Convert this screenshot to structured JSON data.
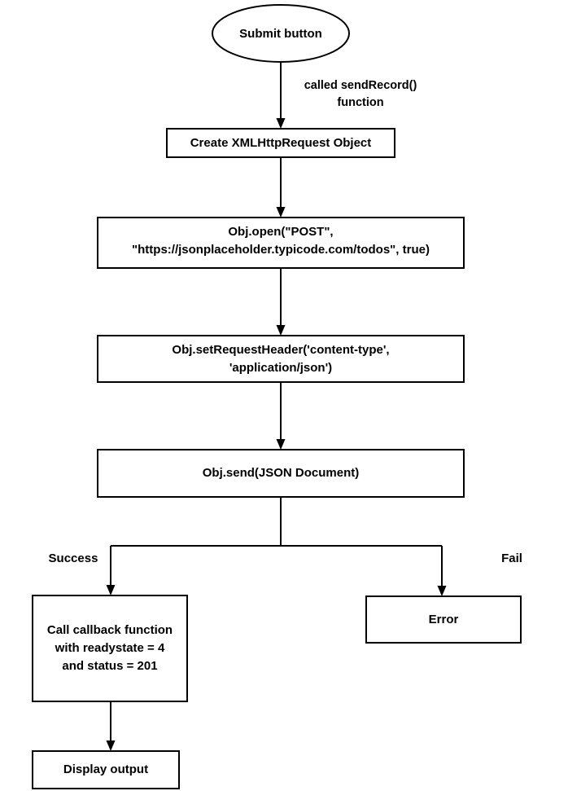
{
  "diagram": {
    "title": "XMLHttpRequest POST flowchart",
    "background_color": "#ffffff",
    "stroke_color": "#000000",
    "text_color": "#000000",
    "nodes": {
      "start": {
        "shape": "ellipse",
        "label": "Submit button"
      },
      "create_obj": {
        "shape": "rect",
        "label": "Create XMLHttpRequest Object"
      },
      "open": {
        "shape": "rect",
        "line1": "Obj.open(\"POST\",",
        "line2": "\"https://jsonplaceholder.typicode.com/todos\", true)"
      },
      "set_header": {
        "shape": "rect",
        "line1": "Obj.setRequestHeader('content-type',",
        "line2": "'application/json')"
      },
      "send": {
        "shape": "rect",
        "label": "Obj.send(JSON Document)"
      },
      "callback": {
        "shape": "rect",
        "line1": "Call callback function",
        "line2": "with readystate = 4",
        "line3": "and status = 201"
      },
      "error": {
        "shape": "rect",
        "label": "Error"
      },
      "display": {
        "shape": "rect",
        "label": "Display output"
      }
    },
    "edges": {
      "start_to_create_line1": "called sendRecord()",
      "start_to_create_line2": "function",
      "branch_success": "Success",
      "branch_fail": "Fail"
    }
  }
}
